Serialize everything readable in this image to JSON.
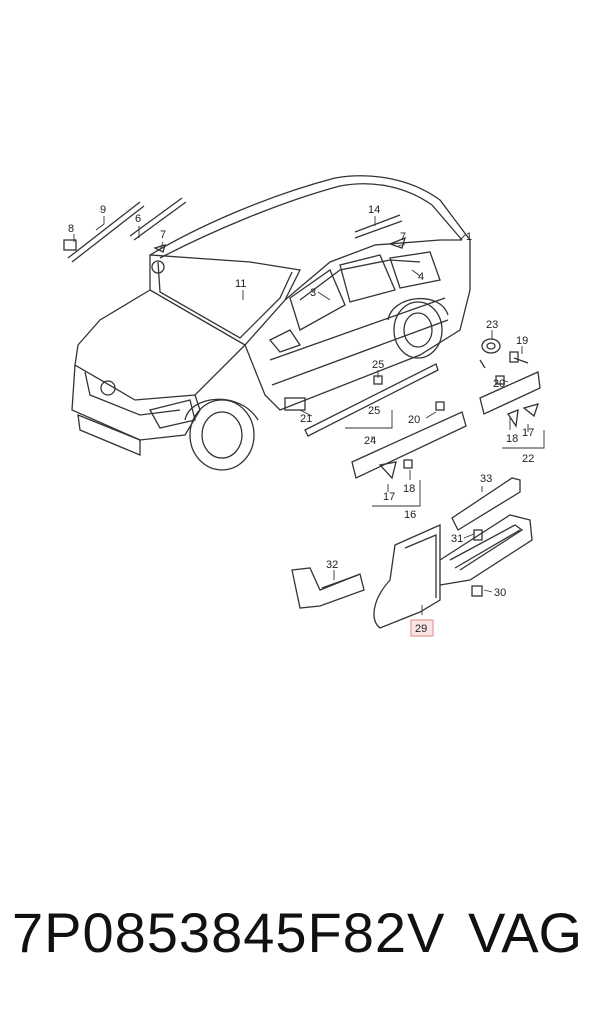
{
  "callouts": {
    "c1": "1",
    "c3": "3",
    "c4": "4",
    "c6": "6",
    "c7a": "7",
    "c7b": "7",
    "c8": "8",
    "c9": "9",
    "c11": "11",
    "c14": "14",
    "c16": "16",
    "c17a": "17",
    "c17b": "17",
    "c18a": "18",
    "c18b": "18",
    "c19": "19",
    "c20a": "20",
    "c20b": "20",
    "c21": "21",
    "c22": "22",
    "c23": "23",
    "c24": "24",
    "c25a": "25",
    "c25b": "25",
    "c29": "29",
    "c30": "30",
    "c31": "31",
    "c32": "32",
    "c33": "33"
  },
  "footer": {
    "part_number": "7P0853845F82V",
    "brand": "VAG"
  },
  "colors": {
    "highlight_box": "#fbe3e3",
    "line": "#333333"
  }
}
